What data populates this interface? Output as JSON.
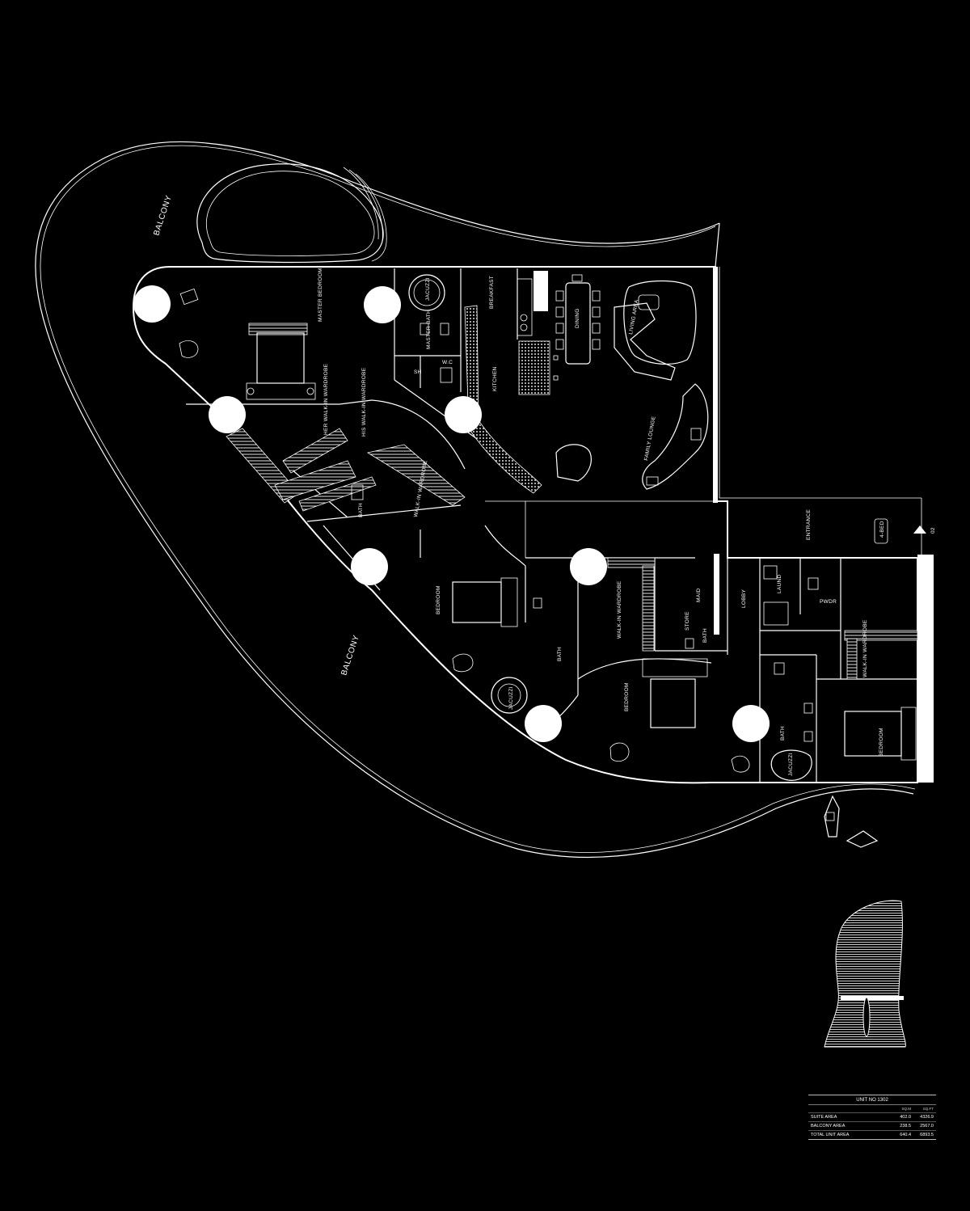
{
  "labels": {
    "balcony_top": "BALCONY",
    "balcony_bottom": "BALCONY",
    "master_bedroom": "MASTER BEDROOM",
    "jacuzzi_1": "JACUZZI",
    "master_bath": "MASTER BATH",
    "sh": "SH",
    "wc": "W.C",
    "breakfast": "BREAKFAST",
    "kitchen": "KITCHEN",
    "dining": "DINING",
    "living_area": "LIVING AREA",
    "family_lounge": "FAMILY LOUNGE",
    "her_walkin": "HER WALK-IN WARDROBE",
    "his_walkin": "HIS WALK-IN WARDROBE",
    "bath_1": "BATH",
    "walkin_1": "WALK-IN WARDROBE",
    "entrance": "ENTRANCE",
    "lift": "4-BED",
    "bedroom_1": "BEDROOM",
    "bath_2": "BATH",
    "jacuzzi_2": "JACUZZI",
    "walkin_2": "WALK-IN WARDROBE",
    "store": "STORE",
    "maid": "MAID",
    "bath_3": "BATH",
    "lobby": "LOBBY",
    "laund": "LAUND",
    "pwdr": "PWDR",
    "bedroom_2": "BEDROOM",
    "bath_4": "BATH",
    "jacuzzi_3": "JACUZZI",
    "walkin_3": "WALK-IN WARDROBE",
    "bedroom_3": "BEDROOM",
    "unit_code": "02"
  },
  "area_table": {
    "title": "UNIT NO 1302",
    "col_sqm": "SQ.M",
    "col_sqft": "SQ.FT",
    "rows": [
      {
        "name": "SUITE AREA",
        "sqm": "402.0",
        "sqft": "4326.9"
      },
      {
        "name": "BALCONY AREA",
        "sqm": "238.5",
        "sqft": "2567.0"
      },
      {
        "name": "TOTAL UNIT AREA",
        "sqm": "640.4",
        "sqft": "6893.5"
      }
    ]
  },
  "colors": {
    "background": "#000000",
    "linework": "#ffffff",
    "markers": "#ffffff"
  }
}
